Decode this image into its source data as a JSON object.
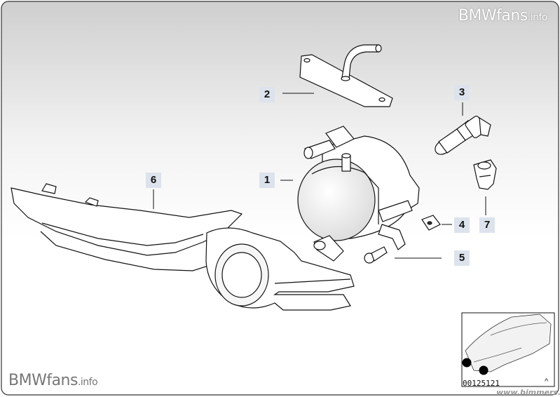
{
  "watermark_top": {
    "brand": "BMWfans",
    "suffix": ".info"
  },
  "watermark_bottom": {
    "brand": "BMWfans",
    "suffix": ".info"
  },
  "callouts": [
    {
      "id": "c2",
      "label": "2"
    },
    {
      "id": "c3",
      "label": "3"
    },
    {
      "id": "c1",
      "label": "1"
    },
    {
      "id": "c6",
      "label": "6"
    },
    {
      "id": "c4",
      "label": "4"
    },
    {
      "id": "c7",
      "label": "7"
    },
    {
      "id": "c5",
      "label": "5"
    }
  ],
  "inset": {
    "code": "00125121",
    "caret": "^",
    "site": "www.bimmers.no"
  },
  "colors": {
    "callout_bg": "#dde3ec",
    "line": "#111111",
    "background_top": "#d8d8d8"
  }
}
